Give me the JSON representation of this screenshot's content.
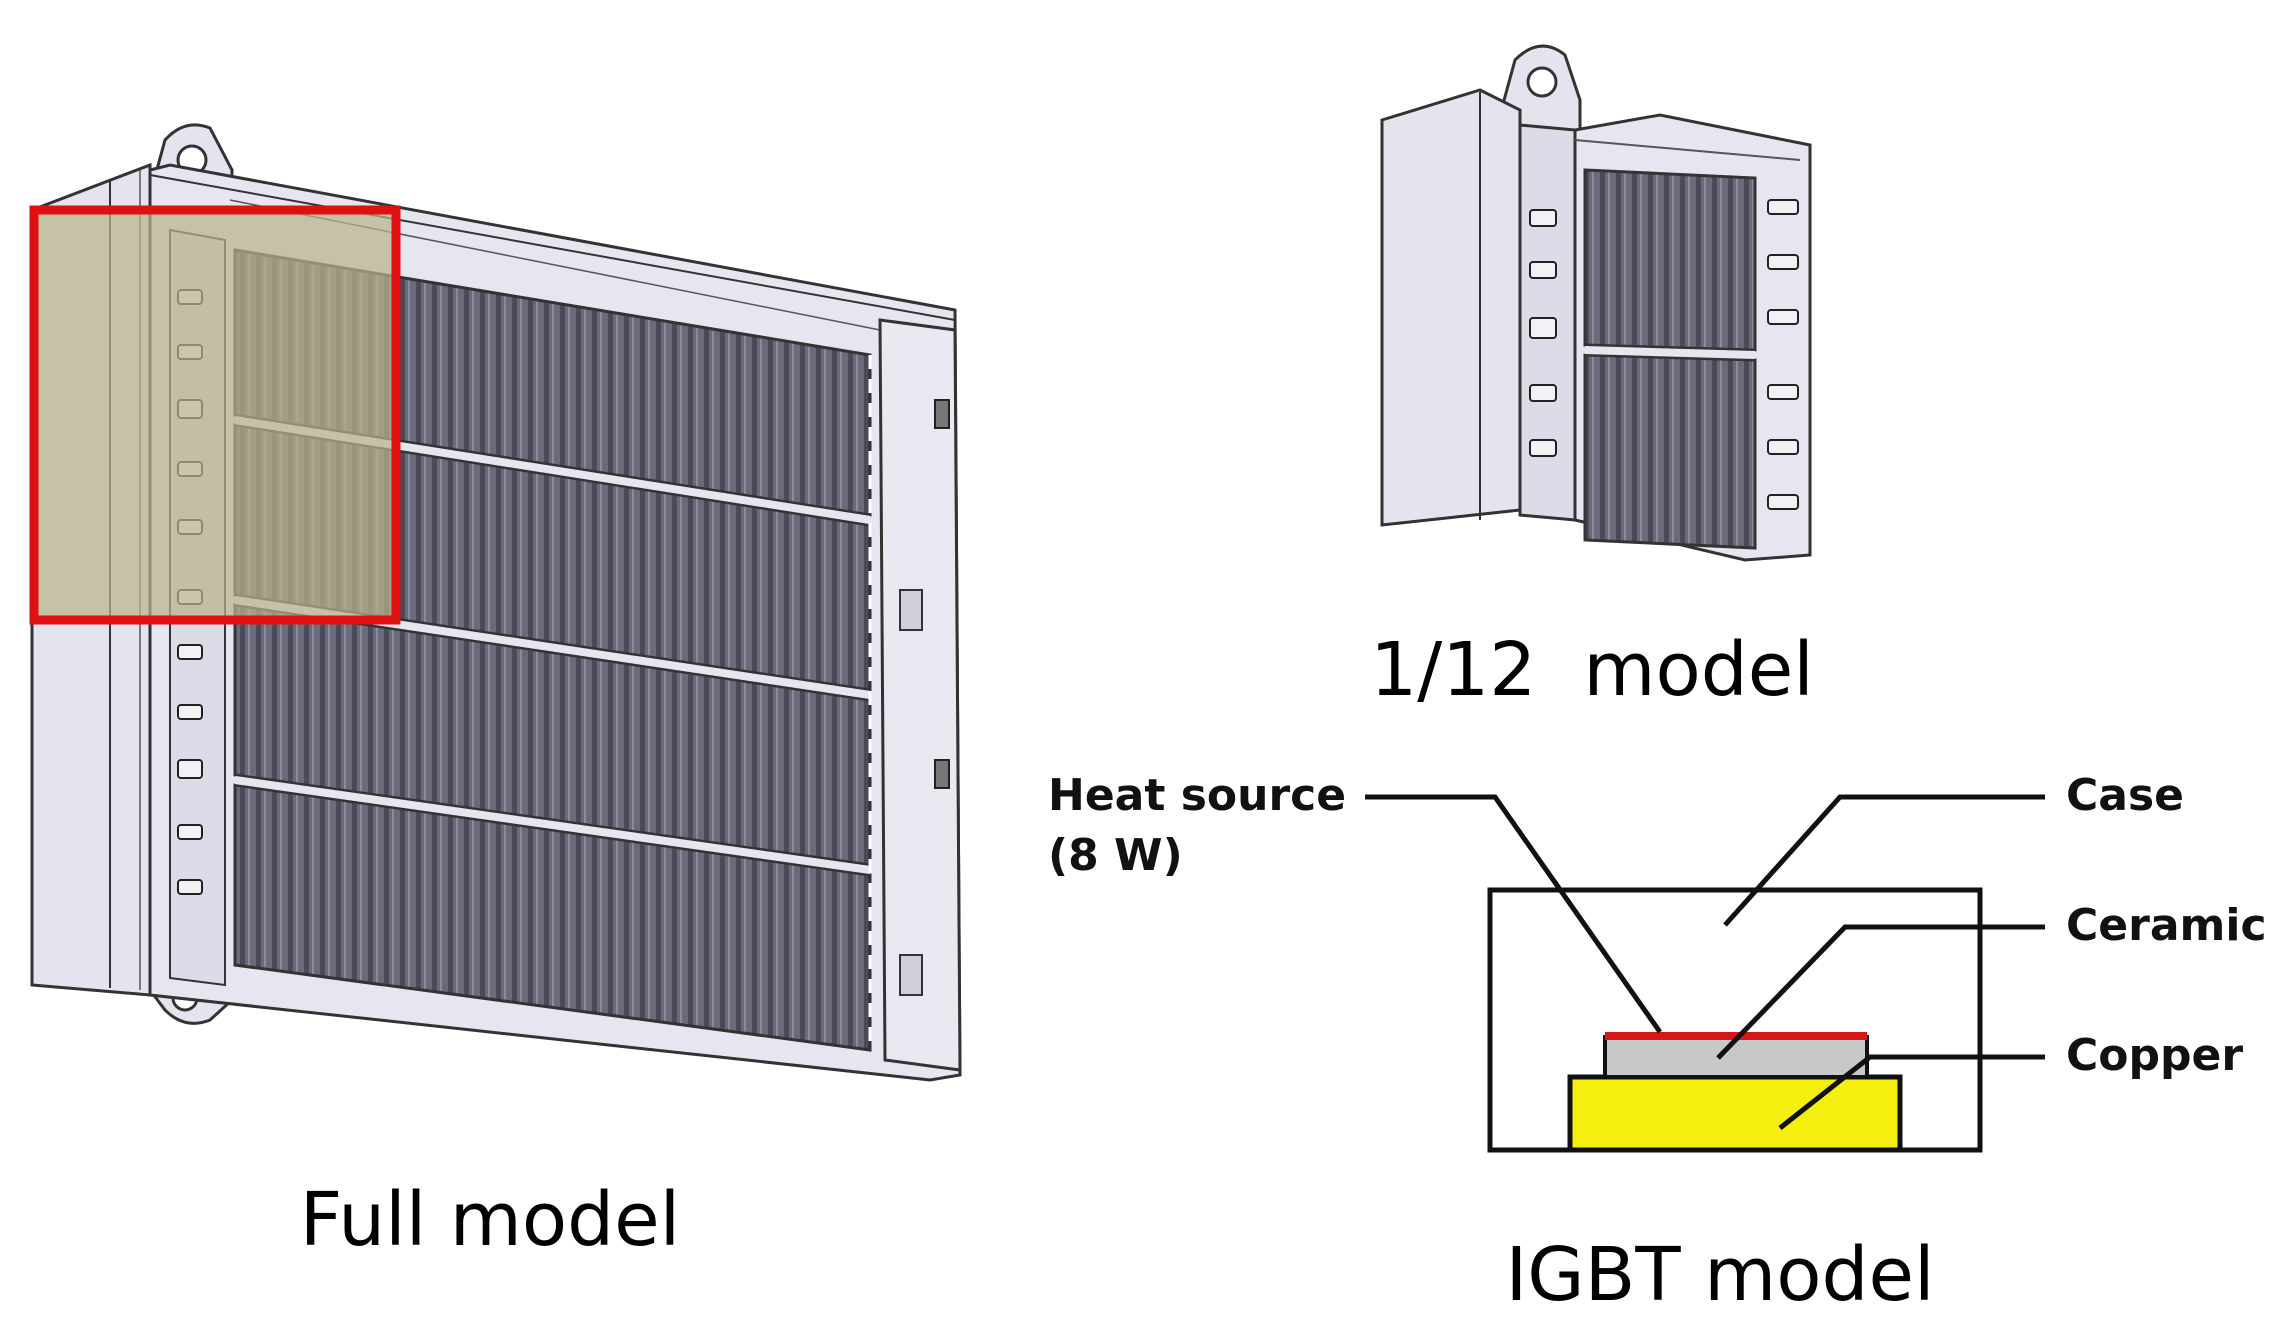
{
  "captions": {
    "full_model": "Full model",
    "twelfth_model": "1/12  model",
    "igbt_model": "IGBT model"
  },
  "igbt_labels": {
    "heat_source_line1": "Heat source",
    "heat_source_line2": "(8 W)",
    "case": "Case",
    "ceramic": "Ceramic",
    "copper": "Copper"
  },
  "colors": {
    "highlight_box": "#e01010",
    "highlight_fill": "#b9b48a",
    "fins": "#5d5d6e",
    "housing": "#e4e4ee",
    "heat_source": "#d81818",
    "ceramic": "#c8c8c8",
    "copper": "#f5ef10"
  }
}
